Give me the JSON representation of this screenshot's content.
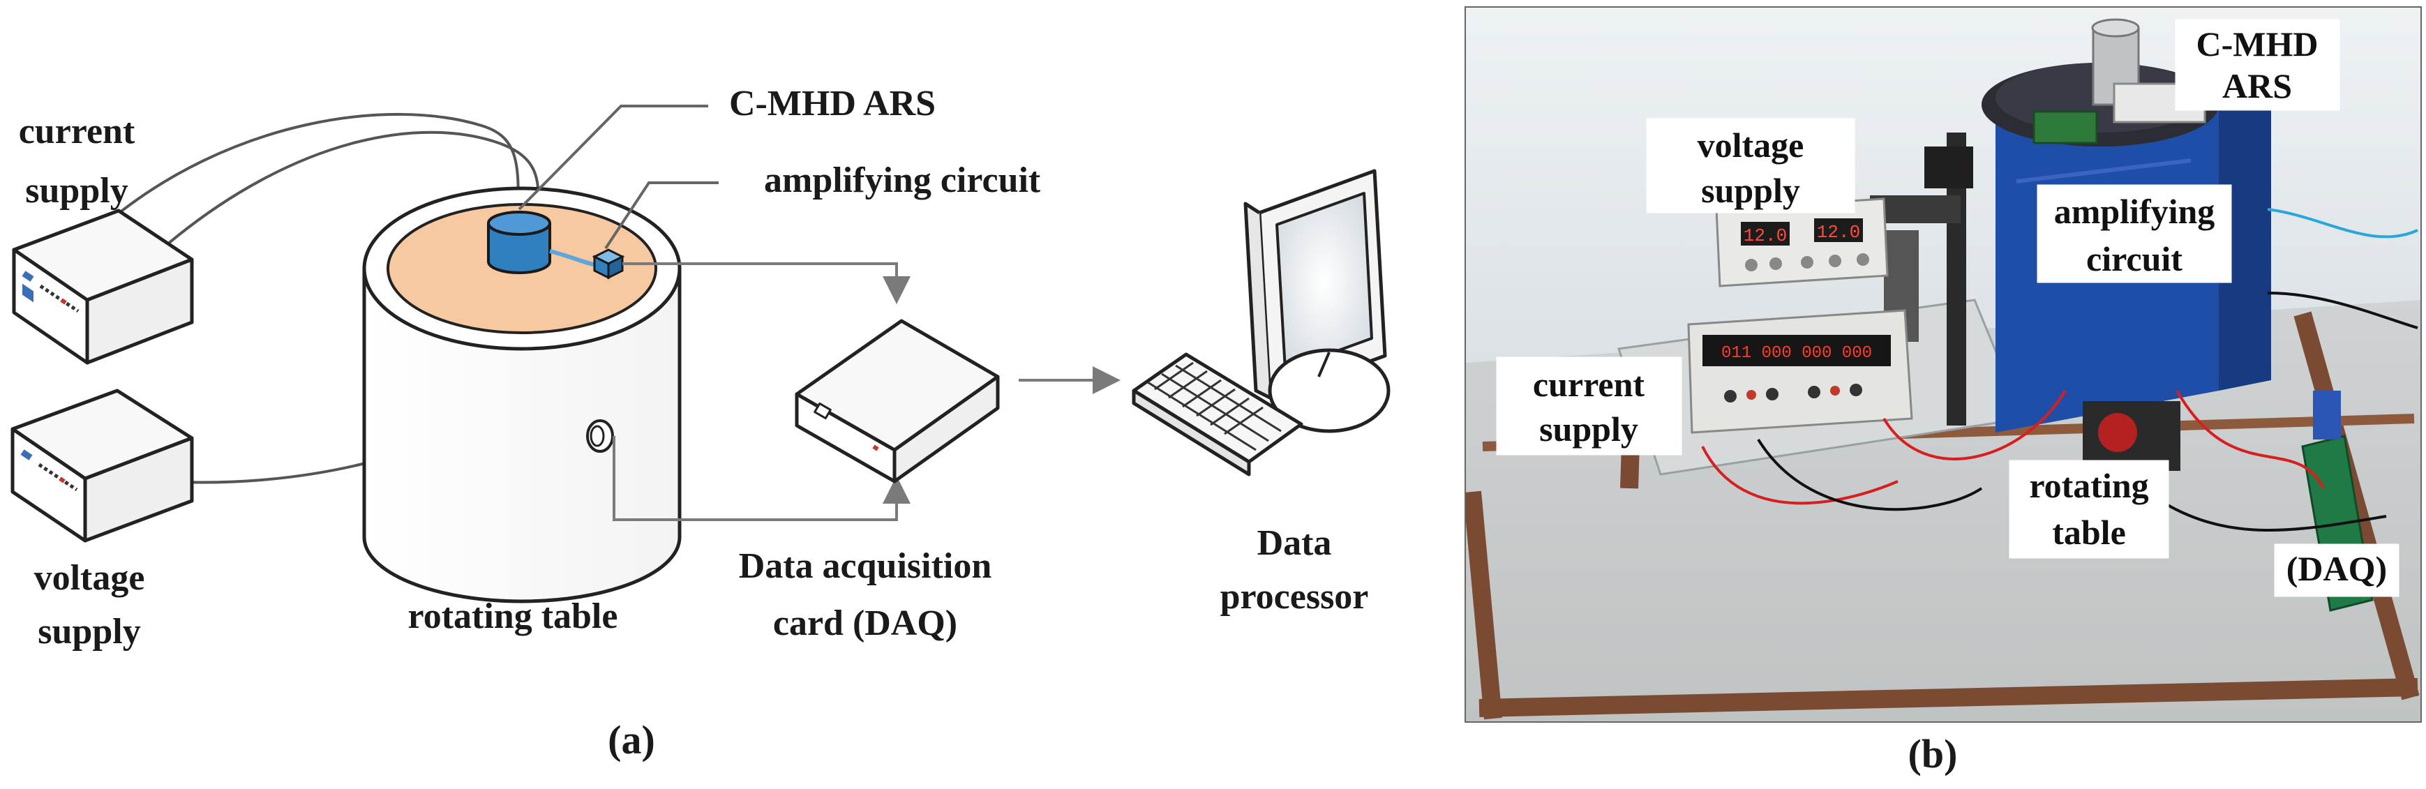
{
  "panel_a": {
    "caption": "(a)",
    "labels": {
      "current_supply_line1": "current",
      "current_supply_line2": "supply",
      "voltage_supply_line1": "voltage",
      "voltage_supply_line2": "supply",
      "sensor": "C-MHD ARS",
      "amplifier": "amplifying circuit",
      "rotating_table": "rotating table",
      "daq_line1": "Data acquisition",
      "daq_line2": "card (DAQ)",
      "processor_line1": "Data",
      "processor_line2": "processor"
    }
  },
  "panel_b": {
    "caption": "(b)",
    "labels": {
      "sensor_line1": "C-MHD",
      "sensor_line2": "ARS",
      "voltage_supply_line1": "voltage",
      "voltage_supply_line2": "supply",
      "amplifier_line1": "amplifying",
      "amplifier_line2": "circuit",
      "current_supply_line1": "current",
      "current_supply_line2": "supply",
      "rotating_table_line1": "rotating",
      "rotating_table_line2": "table",
      "daq": "(DAQ)"
    },
    "display_readouts": {
      "voltage_left": "12.0",
      "voltage_right": "12.0",
      "current_readout": "011 000 000 000"
    }
  },
  "colors": {
    "sensor_blue": "#2f7fc1",
    "table_top": "#f7c9a0",
    "arrow_gray": "#7a7a7a",
    "photo_wall": "#e4e9ee",
    "photo_floor": "#c9cdcf",
    "photo_rust": "#7b4a33",
    "enclosure_blue": "#1f4ea8"
  }
}
